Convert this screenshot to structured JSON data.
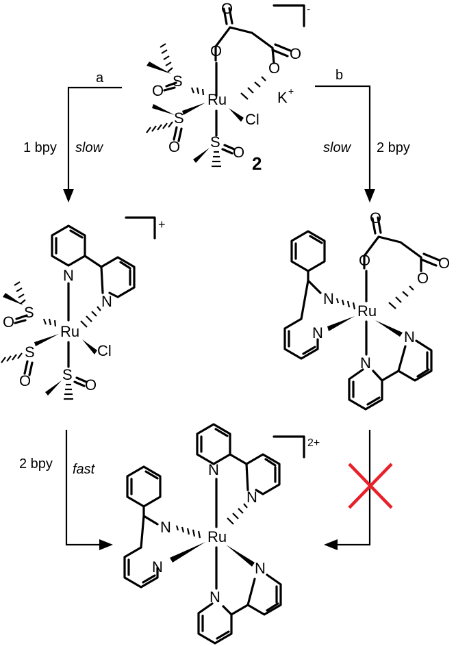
{
  "charges": {
    "top_complex": "-",
    "left_complex": "+",
    "product": "2+"
  },
  "counter_ion": {
    "symbol": "K",
    "charge": "+"
  },
  "compound_label": "2",
  "pathways": {
    "a": {
      "label": "a",
      "reagent": "1 bpy",
      "rate": "slow"
    },
    "b": {
      "label": "b",
      "reagent": "2 bpy",
      "rate": "slow"
    },
    "c": {
      "reagent": "2 bpy",
      "rate": "fast"
    }
  },
  "atoms": {
    "metal": "Ru",
    "chloride": "Cl",
    "sulfur": "S",
    "oxygen": "O",
    "nitrogen": "N"
  },
  "colors": {
    "blocked_mark": "#e8202a",
    "ink": "#000000"
  },
  "icons": {
    "blocked": "red-x-icon"
  }
}
